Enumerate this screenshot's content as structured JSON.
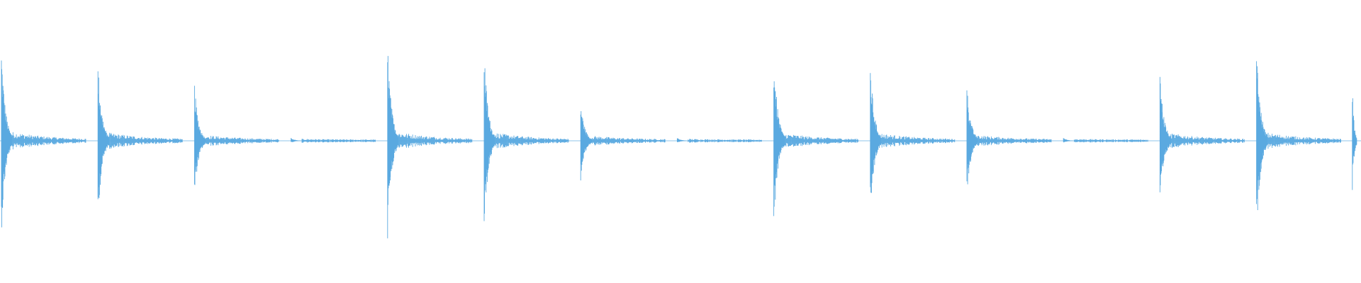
{
  "waveform": {
    "color": "#5aa9e0",
    "baseline_color": "#8cc4ea",
    "onset_count": 14,
    "onsets": [
      {
        "peak": 0.96,
        "neg": 0.97,
        "tail": 0.1
      },
      {
        "peak": 0.81,
        "neg": 0.83,
        "tail": 0.09
      },
      {
        "peak": 0.58,
        "neg": 0.58,
        "tail": 0.06
      },
      {
        "peak": 0.03,
        "neg": 0.02,
        "tail": 0.01
      },
      {
        "peak": 1.0,
        "neg": 1.0,
        "tail": 0.1
      },
      {
        "peak": 0.96,
        "neg": 0.96,
        "tail": 0.09
      },
      {
        "peak": 0.41,
        "neg": 0.41,
        "tail": 0.05
      },
      {
        "peak": 0.03,
        "neg": 0.02,
        "tail": 0.01
      },
      {
        "peak": 0.91,
        "neg": 0.91,
        "tail": 0.08
      },
      {
        "peak": 0.81,
        "neg": 0.8,
        "tail": 0.08
      },
      {
        "peak": 0.58,
        "neg": 0.58,
        "tail": 0.06
      },
      {
        "peak": 0.03,
        "neg": 0.02,
        "tail": 0.01
      },
      {
        "peak": 0.72,
        "neg": 0.71,
        "tail": 0.08
      },
      {
        "peak": 1.0,
        "neg": 0.99,
        "tail": 0.09
      }
    ],
    "last_onset_partial": {
      "peak": 0.55,
      "neg": 0.55
    }
  }
}
